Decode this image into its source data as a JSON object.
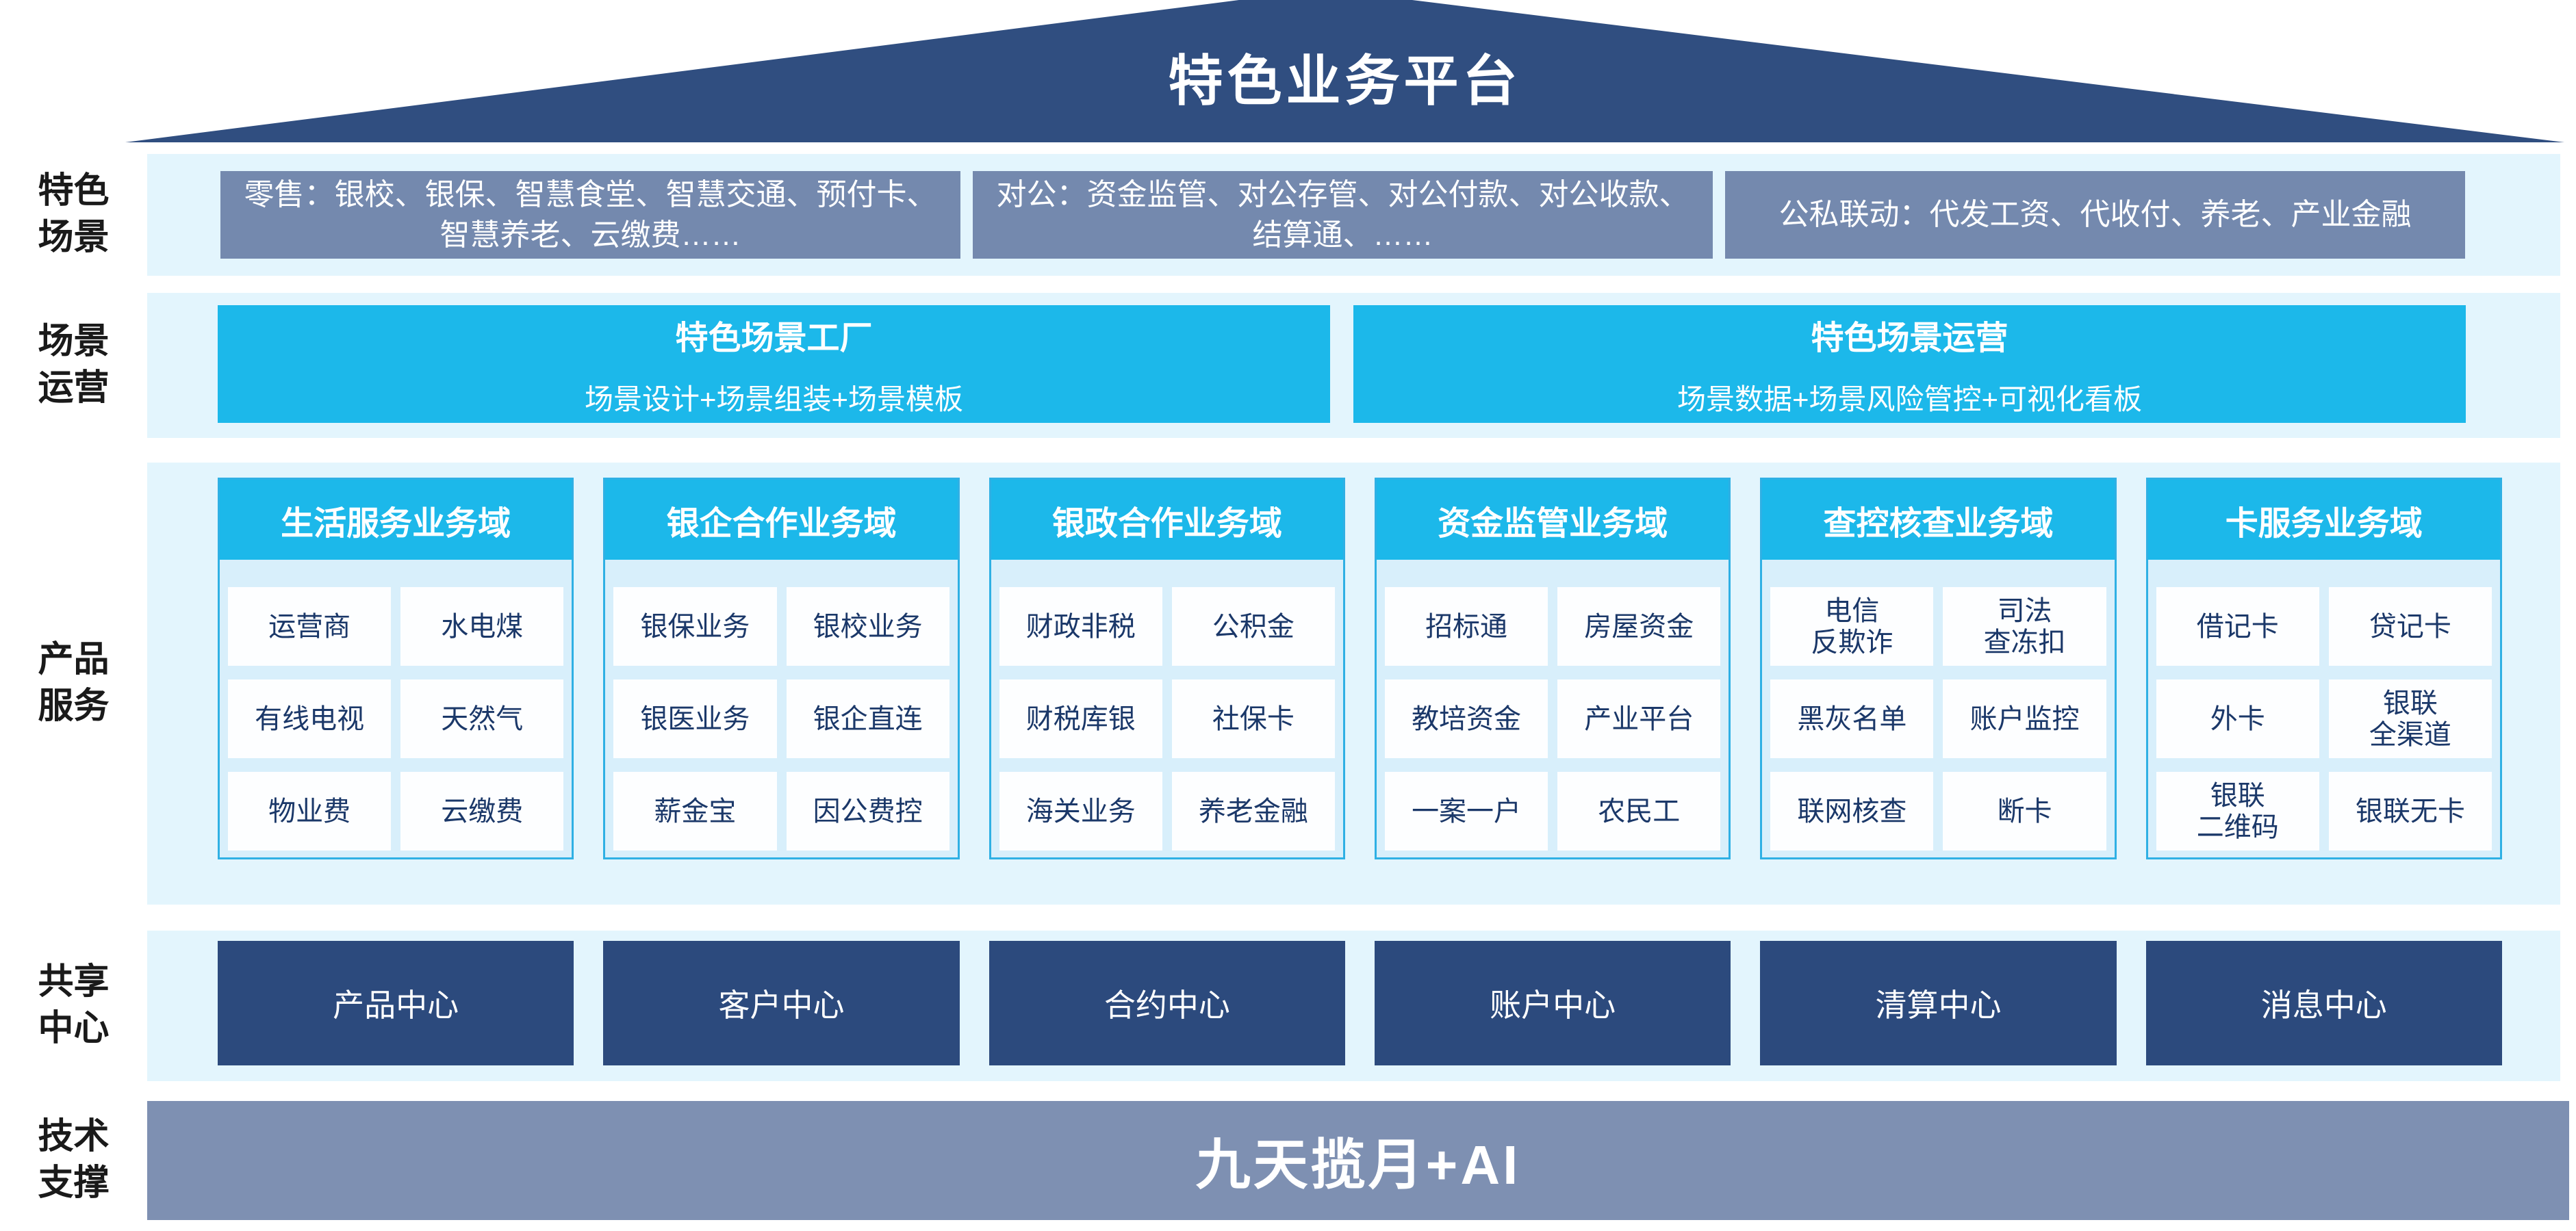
{
  "page": {
    "title": "特色业务平台"
  },
  "side_labels": {
    "scenes": "特色\n场景",
    "operations": "场景\n运营",
    "products": "产品\n服务",
    "centers": "共享\n中心",
    "tech": "技术\n支撑"
  },
  "scenes": {
    "retail": "零售：银校、银保、智慧食堂、智慧交通、预付卡、智慧养老、云缴费……",
    "corporate": "对公：资金监管、对公存管、对公付款、对公收款、结算通、……",
    "linkage": "公私联动：代发工资、代收付、养老、产业金融"
  },
  "operations": {
    "factory": {
      "title": "特色场景工厂",
      "subtitle": "场景设计+场景组装+场景模板"
    },
    "operation": {
      "title": "特色场景运营",
      "subtitle": "场景数据+场景风险管控+可视化看板"
    }
  },
  "products": {
    "columns": [
      {
        "header": "生活服务业务域",
        "cells": [
          "运营商",
          "水电煤",
          "有线电视",
          "天然气",
          "物业费",
          "云缴费"
        ]
      },
      {
        "header": "银企合作业务域",
        "cells": [
          "银保业务",
          "银校业务",
          "银医业务",
          "银企直连",
          "薪金宝",
          "因公费控"
        ]
      },
      {
        "header": "银政合作业务域",
        "cells": [
          "财政非税",
          "公积金",
          "财税库银",
          "社保卡",
          "海关业务",
          "养老金融"
        ]
      },
      {
        "header": "资金监管业务域",
        "cells": [
          "招标通",
          "房屋资金",
          "教培资金",
          "产业平台",
          "一案一户",
          "农民工"
        ]
      },
      {
        "header": "查控核查业务域",
        "cells": [
          "电信\n反欺诈",
          "司法\n查冻扣",
          "黑灰名单",
          "账户监控",
          "联网核查",
          "断卡"
        ]
      },
      {
        "header": "卡服务业务域",
        "cells": [
          "借记卡",
          "贷记卡",
          "外卡",
          "银联\n全渠道",
          "银联\n二维码",
          "银联无卡"
        ]
      }
    ]
  },
  "centers": {
    "product": "产品中心",
    "customer": "客户中心",
    "contract": "合约中心",
    "account": "账户中心",
    "clearing": "清算中心",
    "message": "消息中心"
  },
  "tech": {
    "title": "九天揽月+AI"
  },
  "colors": {
    "roof": "#304E80",
    "cyan": "#1CB8EA",
    "band": "#E3F5FD",
    "grayBox": "#7489AE",
    "columnBody": "#D8EFFB",
    "columnBorder": "#2FB0E4",
    "cellText": "#1B3869",
    "centerBox": "#2C4A7D",
    "techBand": "#7E90B2",
    "labelText": "#1A1A1A"
  }
}
